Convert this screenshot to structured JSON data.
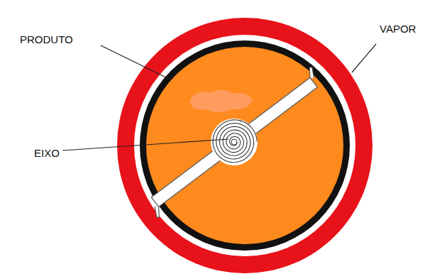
{
  "diagram": {
    "labels": [
      "PRODUTO",
      "VAPOR",
      "EIXO"
    ]
  }
}
